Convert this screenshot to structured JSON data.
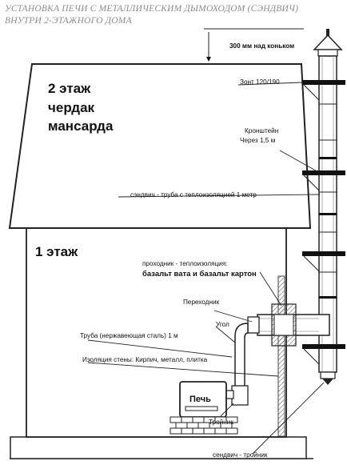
{
  "title": {
    "line1": "УСТАНОВКА ПЕЧИ С МЕТАЛЛИЧЕСКИМ ДЫМОХОДОМ (СЭНДВИЧ)",
    "line2": "ВНУТРИ 2-ЭТАЖНОГО ДОМА"
  },
  "floors": {
    "second": [
      "2 этаж",
      "чердак",
      "мансарда"
    ],
    "first": "1 этаж"
  },
  "labels": {
    "height_above_ridge": "300 мм над коньком",
    "umbrella": "Зонт 120/190",
    "bracket_line1": "Кронштейн",
    "bracket_line2": "Через 1,5 м",
    "sandwich_pipe": "сэндвич - труба с теплоизоляцией 1 метр",
    "passage_line1": "проходник - теплоизоляция:",
    "passage_line2": "базальт вата и базальт картон",
    "adapter": "Переходник",
    "elbow": "Угол",
    "steel_pipe": "Труба (нержавеющая сталь) 1 м",
    "wall_insulation": "Изоляция стены: Кирпич, металл, плитка",
    "stove": "Печь",
    "tee": "Тройник",
    "sandwich_tee": "сендвич - тройник"
  },
  "colors": {
    "outline": "#222222",
    "roof_fill": "#ffffff",
    "band": "#111111",
    "insulation": "#555555",
    "title": "#8c8c8c"
  }
}
